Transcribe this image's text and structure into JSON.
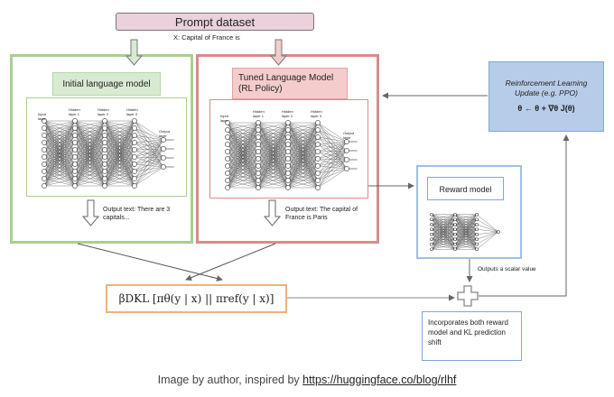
{
  "prompt_dataset": {
    "title": "Prompt dataset",
    "example": "X: Capital of France is"
  },
  "initial_model": {
    "title": "Initial language model",
    "output_text": "Output text: There are 3 capitals...",
    "layers": {
      "input": "Input layer",
      "hidden1": "Hidden layer 1",
      "hidden2": "Hidden layer 2",
      "hidden3": "Hidden layer 3",
      "output": "Output layer"
    }
  },
  "tuned_model": {
    "title_line1": "Tuned Language Model",
    "title_line2": "(RL Policy)",
    "output_text": "Output text: The capital of France is Paris",
    "layers": {
      "input": "Input layer",
      "hidden1": "Hidden layer 1",
      "hidden2": "Hidden layer 2",
      "hidden3": "Hidden layer 3",
      "output": "Output layer"
    }
  },
  "rl_update": {
    "title": "Reinforcement Learning Update (e.g. PPO)",
    "formula": "θ ← θ + ∇θ J(θ)"
  },
  "reward_model": {
    "title": "Reward model",
    "scalar_text": "Outputs a scalar value"
  },
  "kl_formula": "βDKL [πθ(y | x) || πref(y | x)]",
  "combine_text": "Incorporates both reward model and KL prediction shift",
  "caption": {
    "prefix": "Image by author, inspired by ",
    "link": "https://huggingface.co/blog/rlhf"
  },
  "colors": {
    "green": "#a9d08e",
    "red": "#d88c8c",
    "blue": "#7da7d9",
    "orange": "#f0b27a",
    "pink_fill": "#ead1dc",
    "rl_fill": "#b7cce8"
  }
}
